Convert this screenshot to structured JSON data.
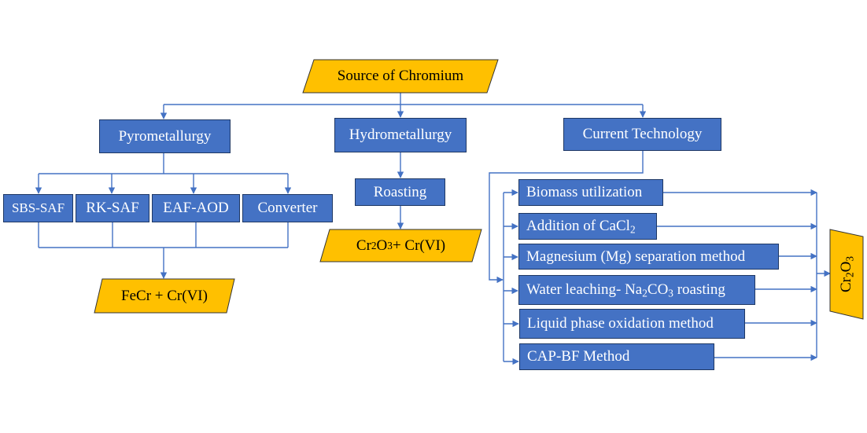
{
  "title": "Source of Chromium",
  "colors": {
    "box_fill": "#4472c4",
    "box_border": "#1f3864",
    "output_fill": "#ffc000",
    "connector": "#4472c4"
  },
  "branches": {
    "pyro": {
      "label": "Pyrometallurgy",
      "processes": [
        "SBS-SAF",
        "RK-SAF",
        "EAF-AOD",
        "Converter"
      ],
      "output": "FeCr + Cr(VI)"
    },
    "hydro": {
      "label": "Hydrometallurgy",
      "step": "Roasting",
      "output_pre": "Cr",
      "output_sub1": "2",
      "output_mid": "O",
      "output_sub2": " 3",
      "output_post": " + Cr(VI)"
    },
    "current": {
      "label": "Current Technology",
      "methods": {
        "biomass": "Biomass utilization",
        "cacl2_pre": "Addition of CaCl",
        "cacl2_sub": "2",
        "mg": "Magnesium (Mg) separation method",
        "water_pre": "Water leaching- Na",
        "water_sub1": "2",
        "water_mid": "CO",
        "water_sub2": "3",
        "water_post": " roasting",
        "liquid": "Liquid phase oxidation method",
        "capbf": "CAP-BF Method"
      },
      "output_pre": "Cr",
      "output_sub1": "2",
      "output_mid": "O",
      "output_sub2": "3"
    }
  }
}
